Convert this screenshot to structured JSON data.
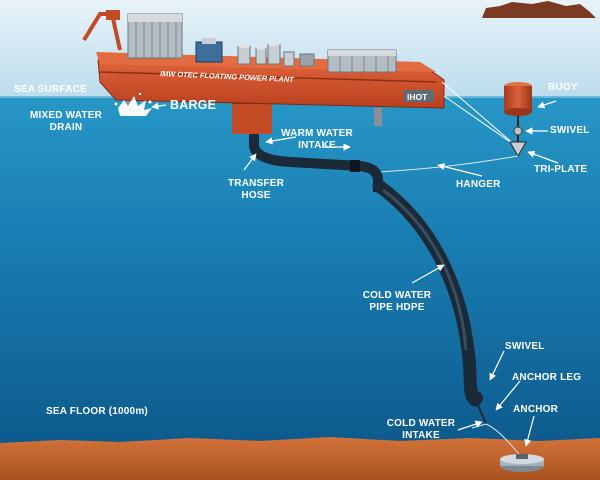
{
  "colors": {
    "sky": "#cfe6f2",
    "sea_top": "#1f8fc0",
    "sea_deep": "#0c5a8e",
    "sea_floor": "#c9682e",
    "barge": "#d2502a",
    "pipe": "#1a2a38",
    "label_text": "#ffffff"
  },
  "barge": {
    "deck_text": "IMW  OTEC  FLOATING  POWER PLANT",
    "hull_mark": "IHOT"
  },
  "labels": {
    "sea_surface": "SEA SURFACE",
    "barge": "BARGE",
    "mixed_water_drain": [
      "MIXED WATER",
      "DRAIN"
    ],
    "warm_water_intake": [
      "WARM WATER",
      "INTAKE"
    ],
    "buoy": "BUOY",
    "swivel_top": "SWIVEL",
    "tri_plate": "TRI-PLATE",
    "hanger": "HANGER",
    "transfer_hose": [
      "TRANSFER",
      "HOSE"
    ],
    "cold_water_pipe": [
      "COLD WATER",
      "PIPE HDPE"
    ],
    "swivel_bottom": "SWIVEL",
    "anchor_leg": "ANCHOR LEG",
    "anchor": "ANCHOR",
    "cold_water_intake": [
      "COLD WATER",
      "INTAKE"
    ],
    "sea_floor": "SEA FLOOR (1000m)"
  }
}
